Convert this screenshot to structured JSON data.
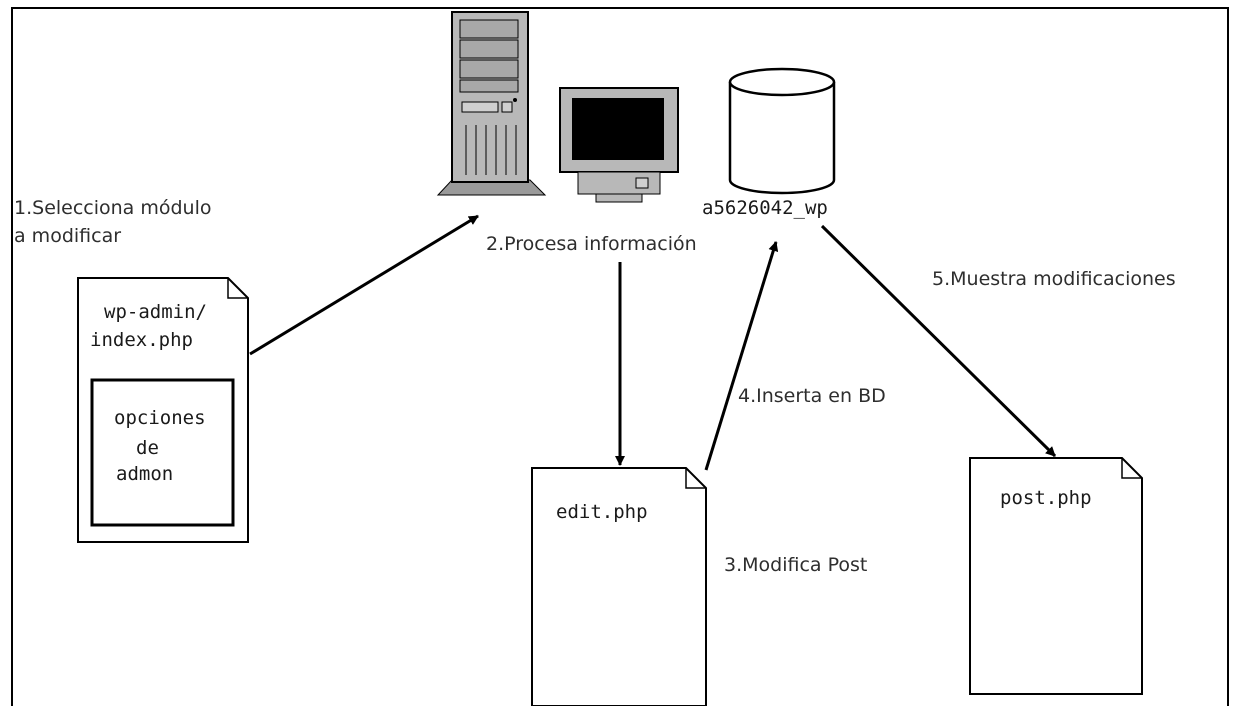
{
  "labels": {
    "step1_line1": "1.Selecciona módulo",
    "step1_line2": "a modificar",
    "step2": "2.Procesa información",
    "step3": "3.Modifica Post",
    "step4": "4.Inserta en BD",
    "step5": "5.Muestra modificaciones"
  },
  "nodes": {
    "database": "a5626042_wp",
    "admin_page_line1": "wp-admin/",
    "admin_page_line2": "index.php",
    "admin_options_line1": "opciones",
    "admin_options_line2": "de",
    "admin_options_line3": "admon",
    "edit_page": "edit.php",
    "post_page": "post.php"
  },
  "icons": [
    "server-tower-icon",
    "monitor-icon",
    "database-cylinder-icon",
    "document-icon"
  ]
}
